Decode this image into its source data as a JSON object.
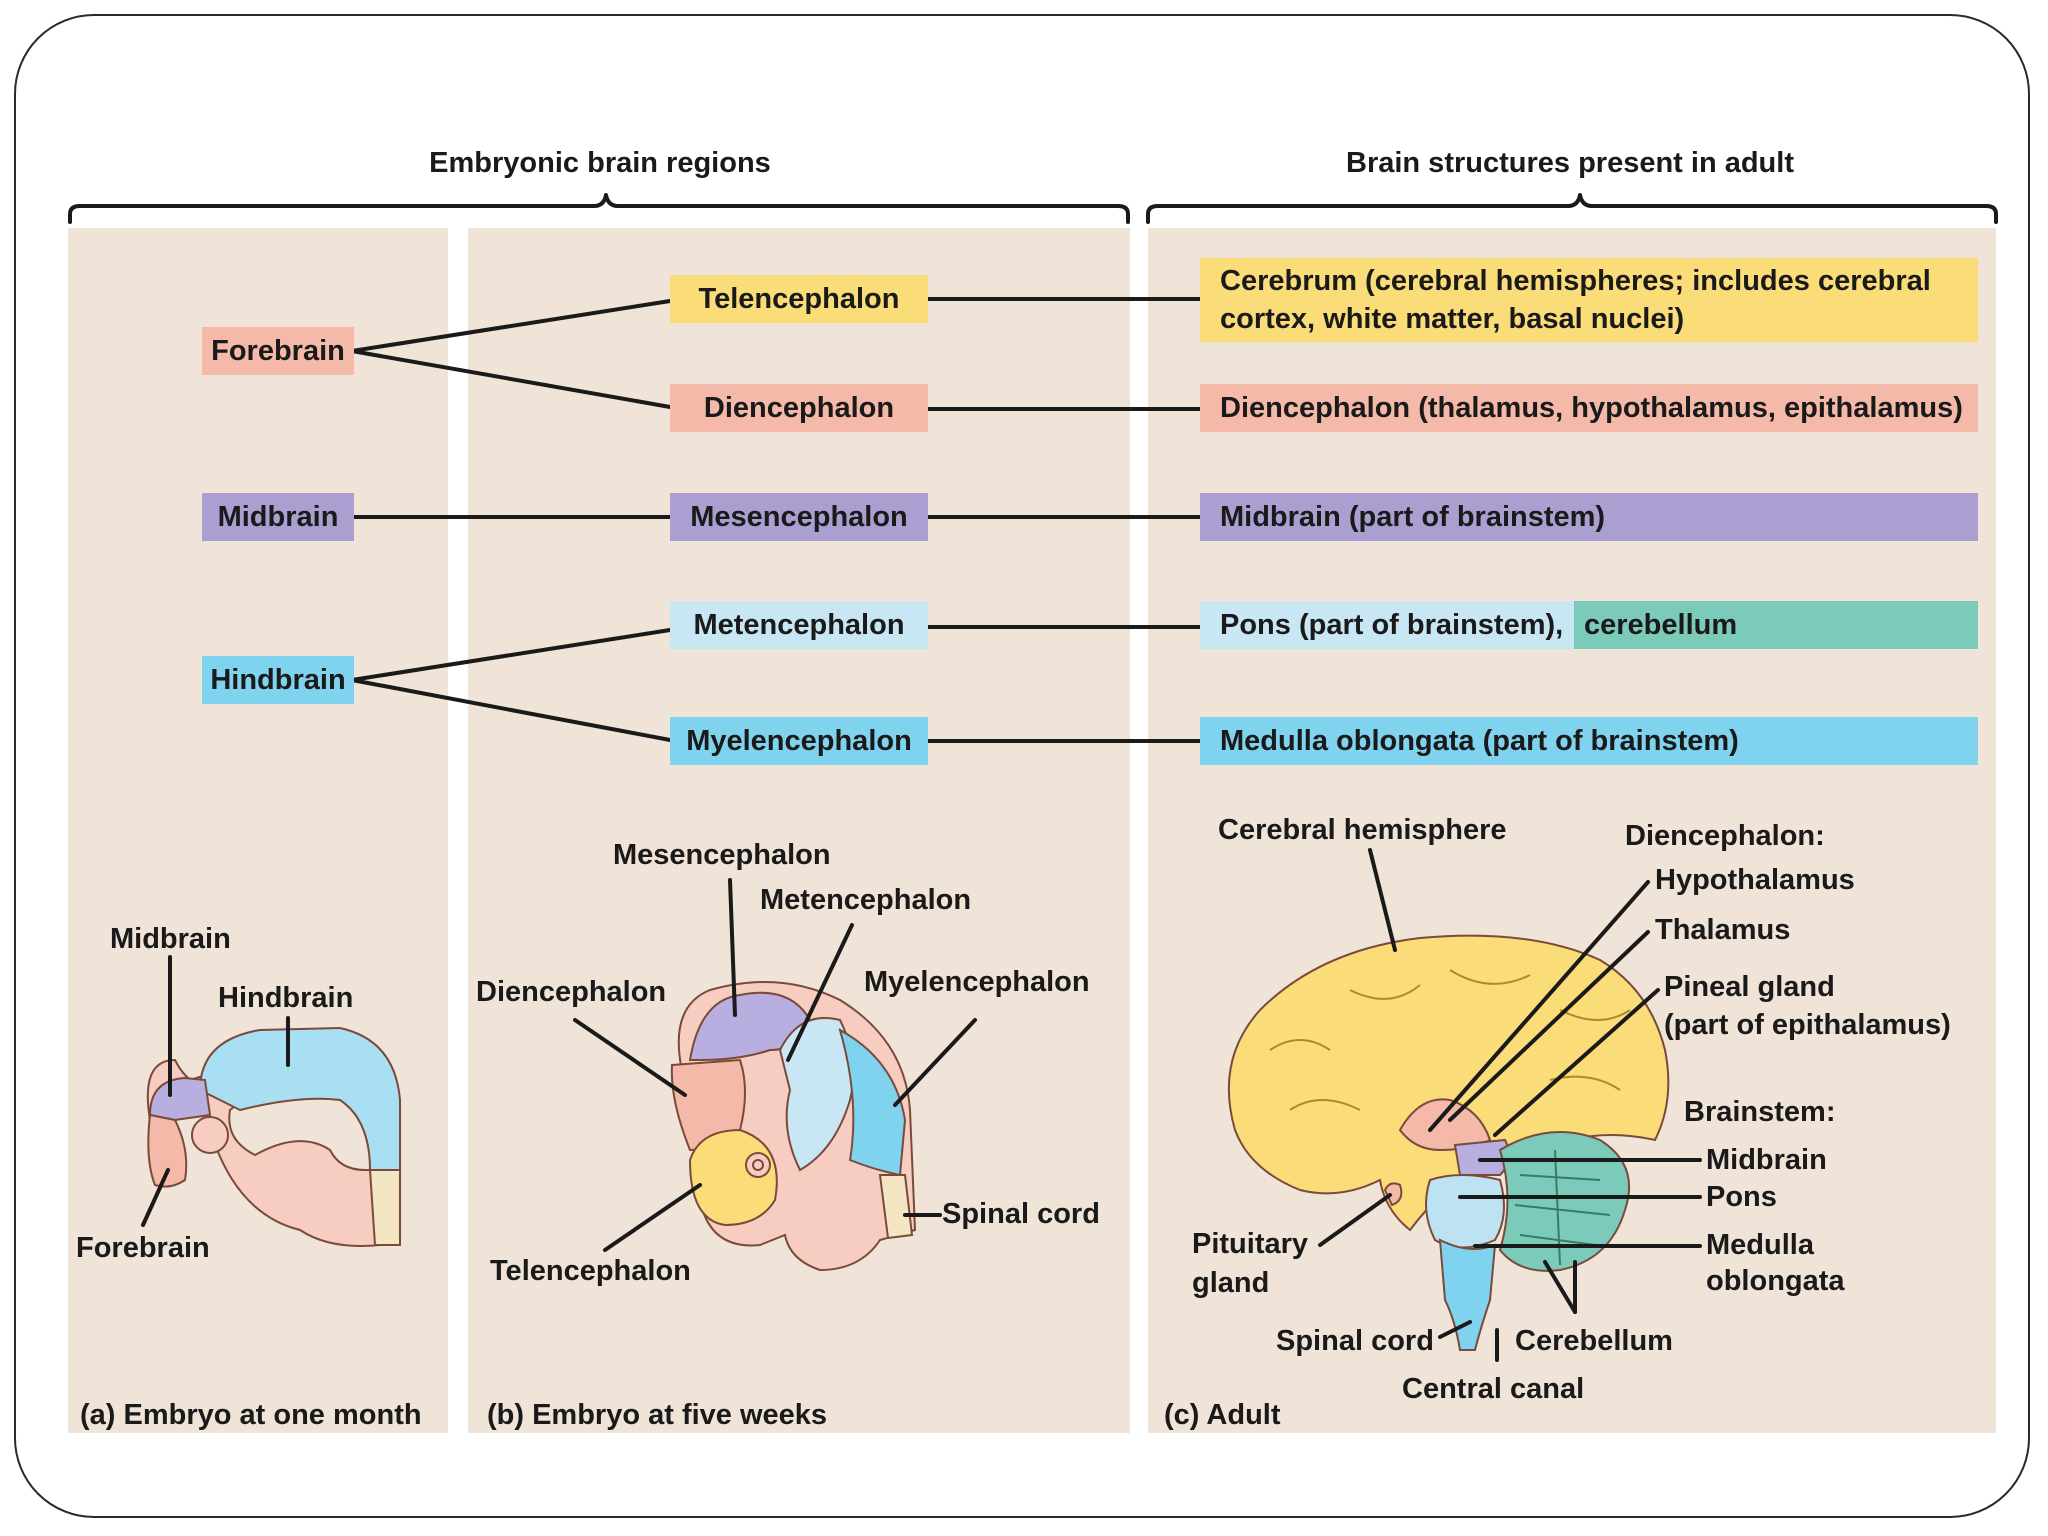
{
  "headers": {
    "embryonic": "Embryonic brain regions",
    "adult": "Brain structures present in adult"
  },
  "primary_regions": {
    "forebrain": "Forebrain",
    "midbrain": "Midbrain",
    "hindbrain": "Hindbrain"
  },
  "secondary_regions": {
    "telencephalon": "Telencephalon",
    "diencephalon": "Diencephalon",
    "mesencephalon": "Mesencephalon",
    "metencephalon": "Metencephalon",
    "myelencephalon": "Myelencephalon"
  },
  "adult_structures": {
    "cerebrum": "Cerebrum (cerebral hemispheres; includes cerebral cortex, white matter, basal nuclei)",
    "diencephalon": "Diencephalon (thalamus, hypothalamus, epithalamus)",
    "midbrain": "Midbrain (part of brainstem)",
    "pons": "Pons (part of brainstem),",
    "cerebellum": "cerebellum",
    "medulla": "Medulla oblongata (part of brainstem)"
  },
  "panel_a": {
    "midbrain": "Midbrain",
    "hindbrain": "Hindbrain",
    "forebrain": "Forebrain",
    "caption": "(a) Embryo at one month"
  },
  "panel_b": {
    "mesencephalon": "Mesencephalon",
    "metencephalon": "Metencephalon",
    "diencephalon": "Diencephalon",
    "myelencephalon": "Myelencephalon",
    "spinal_cord": "Spinal cord",
    "telencephalon": "Telencephalon",
    "caption": "(b) Embryo at five weeks"
  },
  "panel_c": {
    "cerebral_hemisphere": "Cerebral hemisphere",
    "diencephalon": "Diencephalon:",
    "hypothalamus": "Hypothalamus",
    "thalamus": "Thalamus",
    "pineal": "Pineal gland",
    "pineal_sub": "(part of epithalamus)",
    "brainstem": "Brainstem:",
    "midbrain": "Midbrain",
    "pons": "Pons",
    "medulla": "Medulla",
    "medulla_sub": "oblongata",
    "pituitary": "Pituitary",
    "pituitary_sub": "gland",
    "spinal_cord": "Spinal cord",
    "cerebellum": "Cerebellum",
    "central_canal": "Central canal",
    "caption": "(c) Adult"
  },
  "colors": {
    "panel": "#f0e3d7",
    "forebrain": "#f4b9a8",
    "telencephalon": "#fadc78",
    "midbrain": "#ab9fd2",
    "metencephalon": "#c8e6f3",
    "hindbrain": "#7fd3ee",
    "cerebellum": "#7ccab9"
  }
}
